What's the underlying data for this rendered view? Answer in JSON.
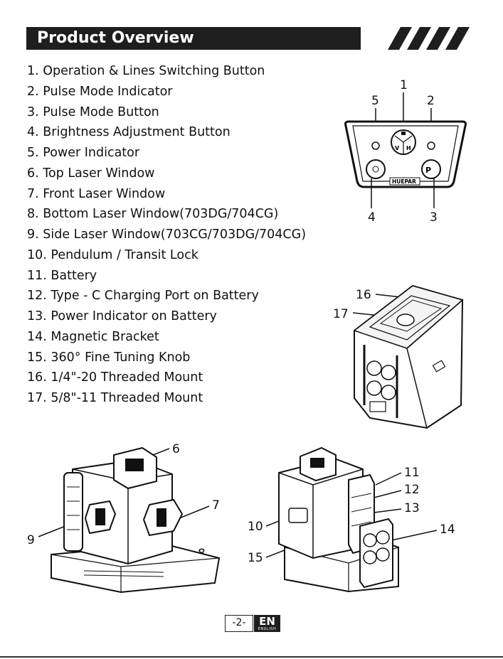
{
  "header": {
    "title": "Product Overview"
  },
  "parts": [
    "1. Operation & Lines Switching Button",
    "2. Pulse Mode Indicator",
    "3. Pulse Mode Button",
    "4. Brightness Adjustment Button",
    "5. Power Indicator",
    "6. Top Laser Window",
    "7. Front Laser Window",
    "8. Bottom Laser Window(703DG/704CG)",
    "9. Side Laser Window(703CG/703DG/704CG)",
    "10. Pendulum / Transit Lock",
    "11. Battery",
    "12. Type - C Charging Port on Battery",
    "13. Power Indicator on Battery",
    "14. Magnetic Bracket",
    "15. 360° Fine Tuning Knob",
    "16. 1/4\"-20 Threaded Mount",
    "17. 5/8\"-11 Threaded Mount"
  ],
  "panel_figure": {
    "callouts": [
      "1",
      "2",
      "3",
      "4",
      "5"
    ],
    "brand": "HUEPAR",
    "button_letters": [
      "V",
      "H"
    ]
  },
  "top_figure": {
    "callouts": [
      "16",
      "17"
    ]
  },
  "front_figure": {
    "callouts": [
      "6",
      "7",
      "8",
      "9"
    ]
  },
  "back_figure": {
    "callouts": [
      "10",
      "11",
      "12",
      "13",
      "14",
      "15"
    ]
  },
  "footer": {
    "page": "-2-",
    "lang_code": "EN",
    "lang_name": "ENGLISH"
  }
}
